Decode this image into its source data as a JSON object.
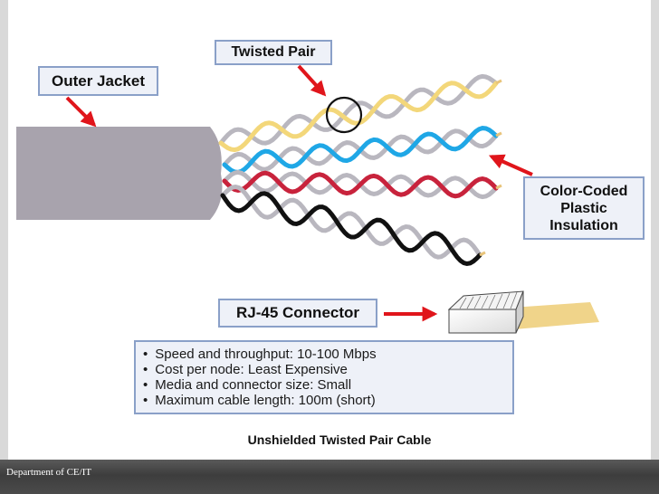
{
  "labels": {
    "outer_jacket": "Outer Jacket",
    "twisted_pair": "Twisted Pair",
    "color_coded_line1": "Color-Coded",
    "color_coded_line2": "Plastic",
    "color_coded_line3": "Insulation",
    "rj45": "RJ-45 Connector"
  },
  "specs": [
    "Speed and throughput:  10-100 Mbps",
    "Cost per node:  Least Expensive",
    "Media and connector size:  Small",
    "Maximum cable length:  100m (short)"
  ],
  "caption": "Unshielded Twisted Pair Cable",
  "footer": "Department of CE/IT",
  "colors": {
    "jacket": "#a8a3ad",
    "pair_yellow": "#f3d77a",
    "pair_blue": "#1fa7e6",
    "pair_red": "#c8233c",
    "pair_black": "#111111",
    "partner_wire": "#b9b7bf",
    "arrow": "#e0151b",
    "box_border": "#8aa0c8",
    "box_fill": "#eef1f8"
  }
}
